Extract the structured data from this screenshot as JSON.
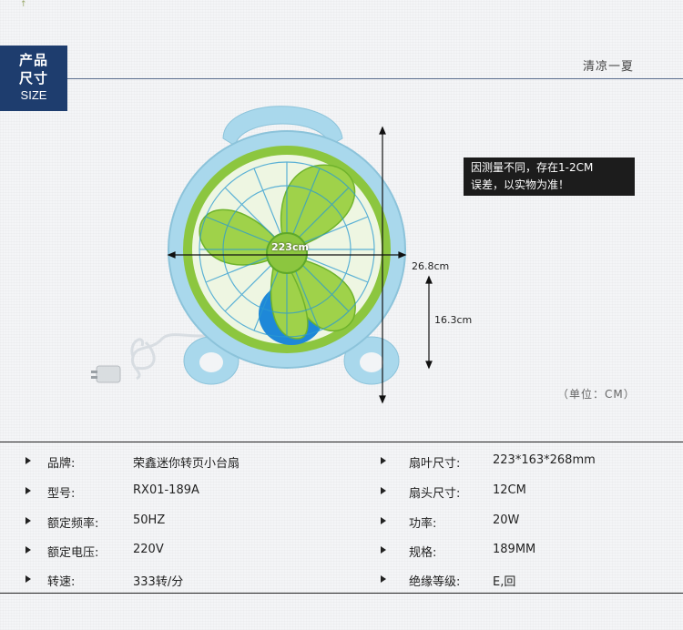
{
  "badge": {
    "line1": "产品",
    "line2": "尺寸",
    "line3": "SIZE"
  },
  "slogan": "清凉一夏",
  "note": {
    "line1": "因测量不同，存在1-2CM",
    "line2": "误差，以实物为准！"
  },
  "unit": "（单位：CM）",
  "dimensions": {
    "blade": "223cm",
    "height": "26.8cm",
    "head": "16.3cm"
  },
  "colors": {
    "badge": "#1e3d6e",
    "fan_body": "#a9d8ec",
    "fan_green": "#8cc63f",
    "fan_dark_green": "#5ea82a",
    "motor_blue": "#1e88d8"
  },
  "specs": [
    {
      "left_label": "品牌:",
      "left_value": "荣鑫迷你转页小台扇",
      "right_label": "扇叶尺寸:",
      "right_value": "223*163*268mm"
    },
    {
      "left_label": "型号:",
      "left_value": "RX01-189A",
      "right_label": "扇头尺寸:",
      "right_value": "12CM"
    },
    {
      "left_label": "额定频率:",
      "left_value": "50HZ",
      "right_label": "功率:",
      "right_value": "20W"
    },
    {
      "left_label": "额定电压:",
      "left_value": "220V",
      "right_label": "规格:",
      "right_value": "189MM"
    },
    {
      "left_label": "转速:",
      "left_value": "333转/分",
      "right_label": "绝缘等级:",
      "right_value": "E,回"
    }
  ]
}
